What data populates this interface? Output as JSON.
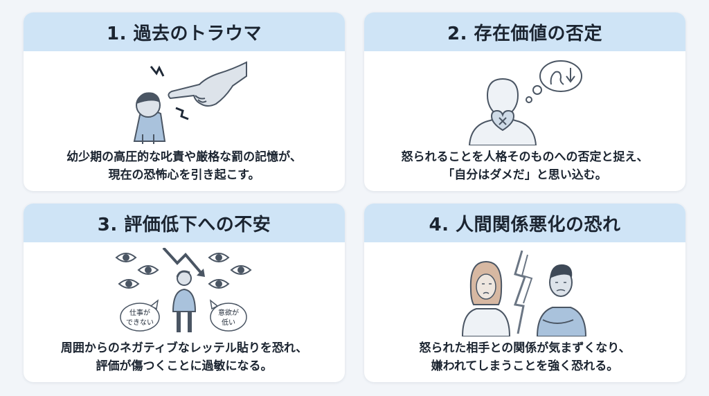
{
  "cards": [
    {
      "title": "1. 過去のトラウマ",
      "lines": [
        "幼少期の高圧的な叱責や厳格な罰の記憶が、",
        "現在の恐怖心を引き起こす。"
      ]
    },
    {
      "title": "2. 存在価値の否定",
      "lines": [
        "怒られることを人格そのものへの否定と捉え、",
        "「自分はダメだ」と思い込む。"
      ]
    },
    {
      "title": "3. 評価低下への不安",
      "lines": [
        "周囲からのネガティブなレッテル貼りを恐れ、",
        "評価が傷つくことに過敏になる。"
      ],
      "bubbles": {
        "left_line1": "仕事が",
        "left_line2": "できない",
        "right_line1": "意欲が",
        "right_line2": "低い"
      }
    },
    {
      "title": "4. 人間関係悪化の恐れ",
      "lines": [
        "怒られた相手との関係が気まずくなり、",
        "嫌われてしまうことを強く恐れる。"
      ]
    }
  ],
  "colors": {
    "background": "#f2f5f9",
    "header": "#cfe4f6",
    "card": "#ffffff",
    "skin": "#dde3ea",
    "shirt": "#a9c2dc",
    "line": "#4a5563"
  },
  "icons": [
    "pointing-hand-icon",
    "boy-icon",
    "thought-bubble-icon",
    "broken-heart-icon",
    "eye-icon",
    "down-arrow-icon",
    "lightning-crack-icon"
  ]
}
